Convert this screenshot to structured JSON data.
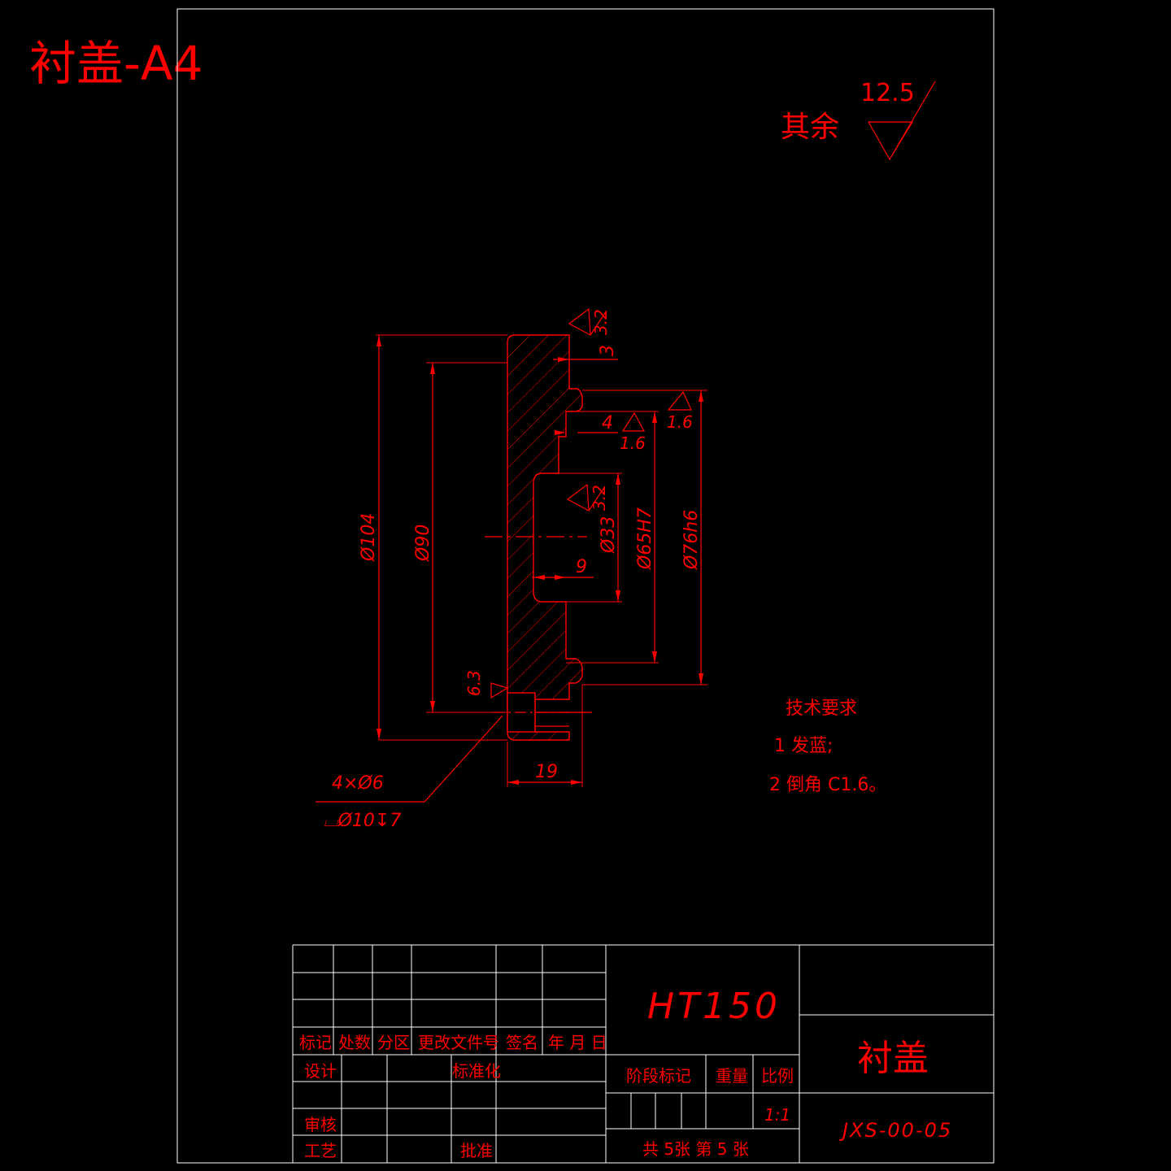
{
  "header": {
    "sheet_title": "衬盖-A4"
  },
  "roughness_general": {
    "prefix": "其余",
    "value": "12.5"
  },
  "part_drawing": {
    "dimensions": {
      "d104": "Ø104",
      "d90": "Ø90",
      "d33": "Ø33",
      "d65": "Ø65H7",
      "d76": "Ø76h6",
      "width19": "19",
      "depth9": "9",
      "step4": "4",
      "step3": "3"
    },
    "roughness_marks": {
      "r_top": "3.2",
      "r_bore": "3.2",
      "r_76": "1.6",
      "r_step": "1.6",
      "r_hole": "6.3"
    },
    "hole_callout": {
      "line1": "4×Ø6",
      "line2": "⌴Ø10↧7"
    }
  },
  "technical_requirements": {
    "title": "技术要求",
    "items": [
      "1 发蓝;",
      "2  倒角 C1.6。"
    ]
  },
  "title_block": {
    "material": "HT150",
    "part_name": "衬盖",
    "drawing_number": "JXS-00-05",
    "revision_headers": [
      "标记",
      "处数",
      "分区",
      "更改文件号",
      "签名",
      "年 月 日"
    ],
    "design_label": "设计",
    "standardize_label": "标准化",
    "review_label": "审核",
    "process_label": "工艺",
    "approve_label": "批准",
    "stage_label": "阶段标记",
    "weight_label": "重量",
    "scale_label": "比例",
    "scale_value": "1:1",
    "sheet_count": "共 5张 第 5 张"
  },
  "colors": {
    "line": "#ff0000",
    "frame": "#ffffff",
    "background": "#000000"
  }
}
